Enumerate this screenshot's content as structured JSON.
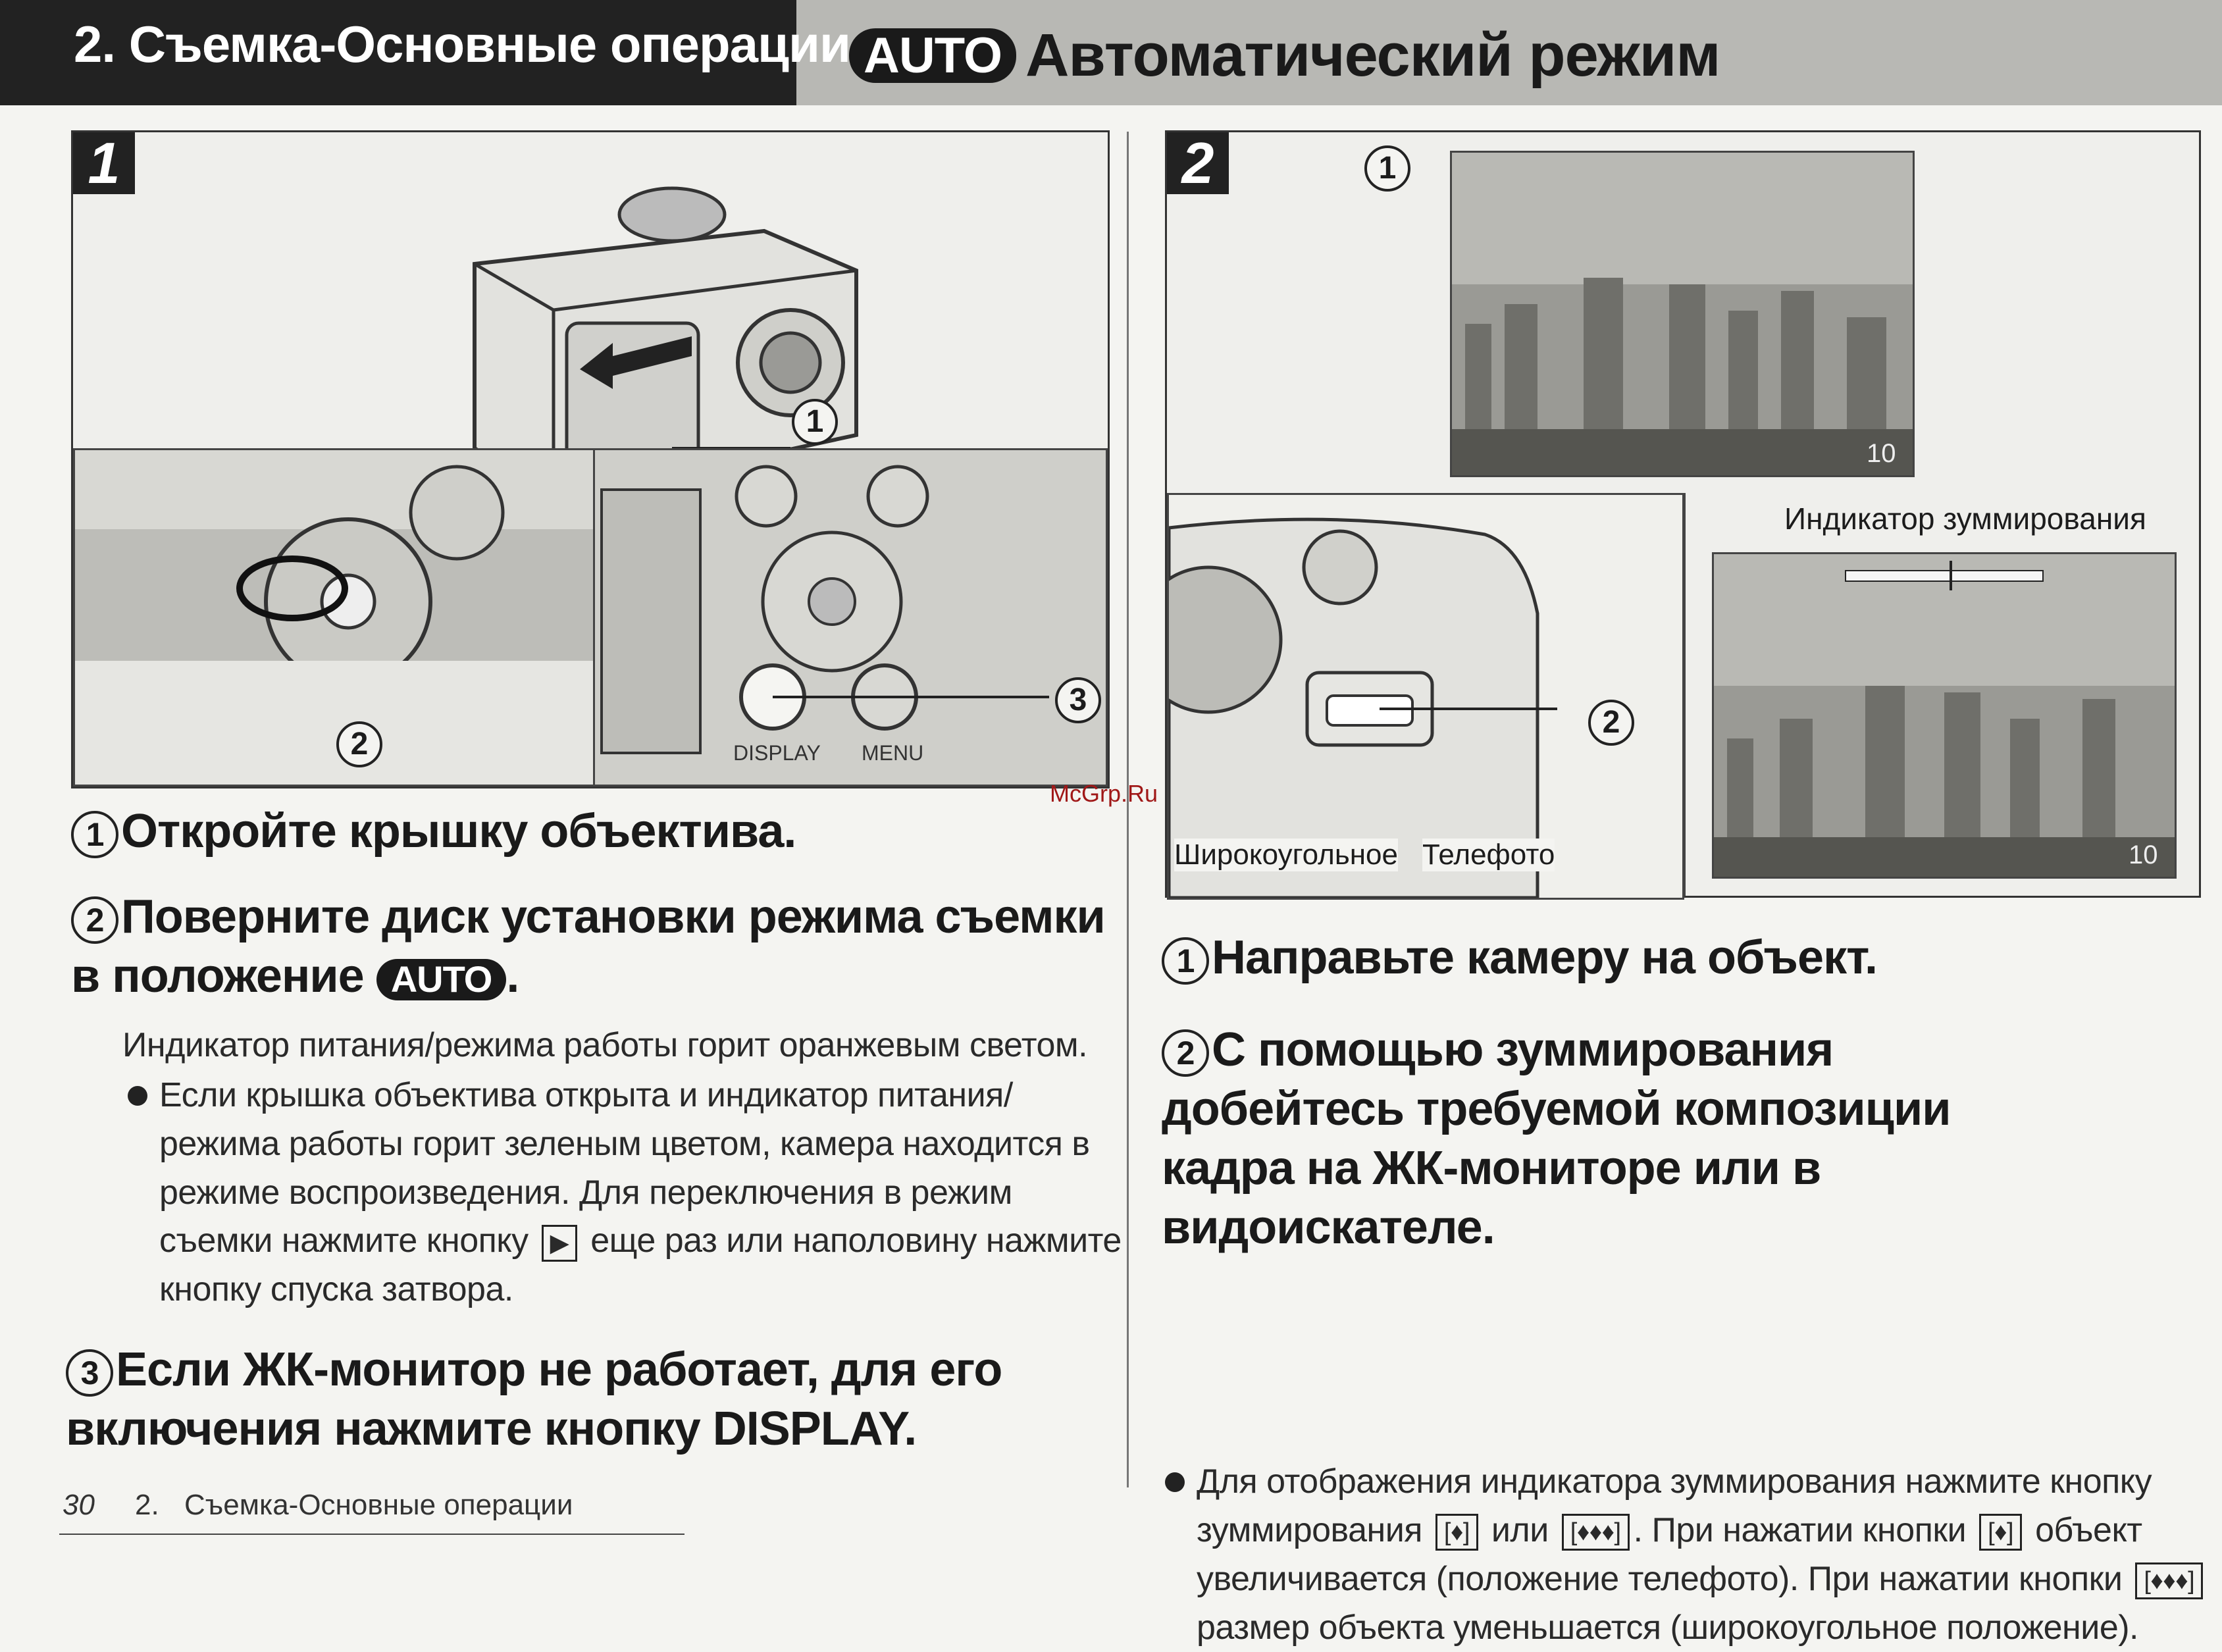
{
  "header": {
    "left_title": "2. Съемка-Основные операции",
    "badge": "AUTO",
    "right_title": "Автоматический режим"
  },
  "panel1": {
    "number": "1",
    "callouts": [
      "1",
      "2",
      "3"
    ],
    "button_labels": [
      "DISPLAY",
      "MENU"
    ]
  },
  "panel2": {
    "number": "2",
    "callouts": [
      "1",
      "2"
    ],
    "zoom_indicator_label": "Индикатор зуммирования",
    "wide_label": "Широкоугольное",
    "tele_label": "Телефото",
    "frame_count": "10"
  },
  "watermark": "McGrp.Ru",
  "left_steps": {
    "s1_num": "1",
    "s1_text": "Откройте крышку объектива.",
    "s2_num": "2",
    "s2_text": "Поверните диск установки режима съемки в положение",
    "s2_badge": "AUTO",
    "s2_end": ".",
    "s2_note": "Индикатор питания/режима работы горит оранжевым светом.",
    "s2_bullet_a": "Если крышка объектива открыта и индикатор питания/ режима работы горит зеленым цветом, камера находится в режиме воспроизведения. Для переключения в режим съемки нажмите кнопку",
    "s2_bullet_btn": "▶",
    "s2_bullet_b": "еще раз или наполовину нажмите кнопку спуска затвора.",
    "s3_num": "3",
    "s3_text": "Если ЖК-монитор не работает, для его включения нажмите кнопку DISPLAY."
  },
  "right_steps": {
    "s1_num": "1",
    "s1_text": "Направьте камеру на объект.",
    "s2_num": "2",
    "s2_text": "С помощью зуммирования добейтесь требуемой композиции кадра на ЖК-мониторе или в видоискателе.",
    "b_part1": "Для отображения индикатора зуммирования нажмите кнопку зуммирования",
    "b_btn_tele": "[♦]",
    "b_or": "или",
    "b_btn_wide": "[♦♦♦]",
    "b_part2": ". При нажатии кнопки",
    "b_btn_tele2": "[♦]",
    "b_part3": "объект увеличивается (положение телефото). При нажатии кнопки",
    "b_btn_wide2": "[♦♦♦]",
    "b_part4": "размер объекта уменьшается (широкоугольное положение)."
  },
  "footer": {
    "page_number": "30",
    "section": "2.",
    "section_title": "Съемка-Основные операции"
  }
}
